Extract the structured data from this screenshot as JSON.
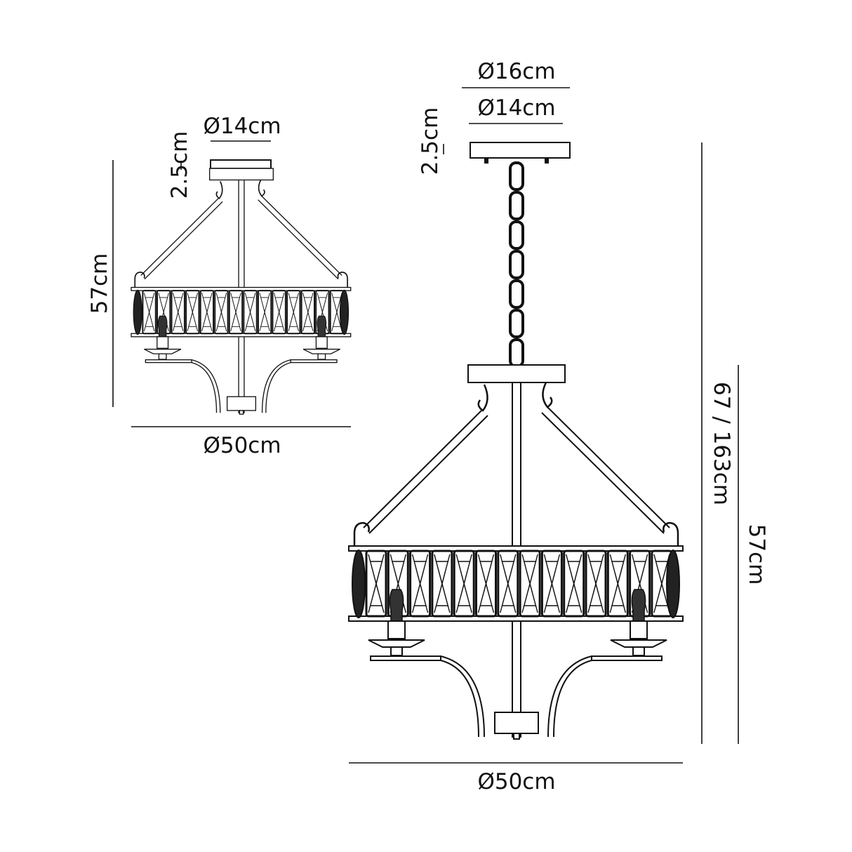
{
  "colors": {
    "line": "#111111",
    "background": "#ffffff"
  },
  "small_view": {
    "canopy_diameter": "Ø14cm",
    "canopy_height": "2.5cm",
    "height": "57cm",
    "width": "Ø50cm"
  },
  "large_view": {
    "canopy_outer_diameter": "Ø16cm",
    "canopy_inner_diameter": "Ø14cm",
    "canopy_height": "2.5cm",
    "overall_height": "67 / 163cm",
    "body_height": "57cm",
    "width": "Ø50cm"
  }
}
